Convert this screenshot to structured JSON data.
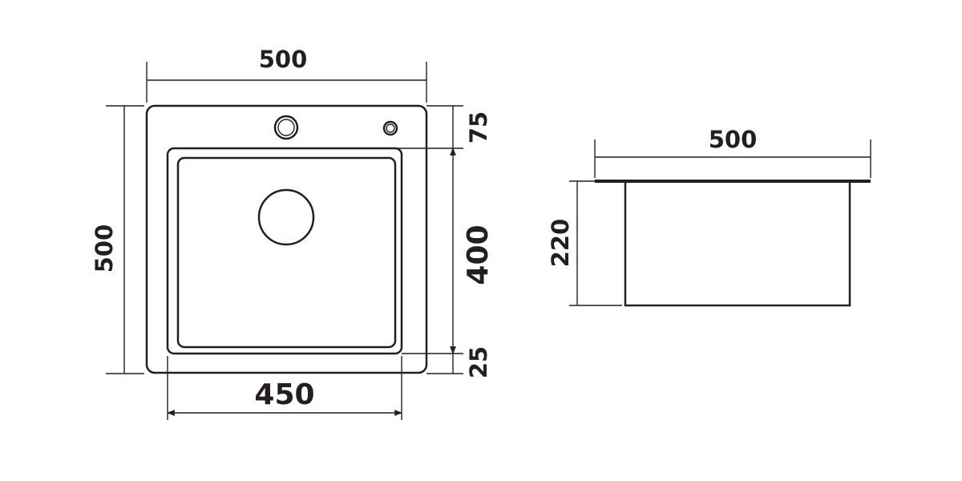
{
  "top_view": {
    "width_label": "500",
    "height_label": "500",
    "rim_label": "75",
    "bowl_depth_label": "400",
    "bottom_rim_label": "25",
    "bowl_width_label": "450"
  },
  "side_view": {
    "width_label": "500",
    "depth_label": "220"
  },
  "colors": {
    "line": "#231f20",
    "background": "#ffffff"
  }
}
